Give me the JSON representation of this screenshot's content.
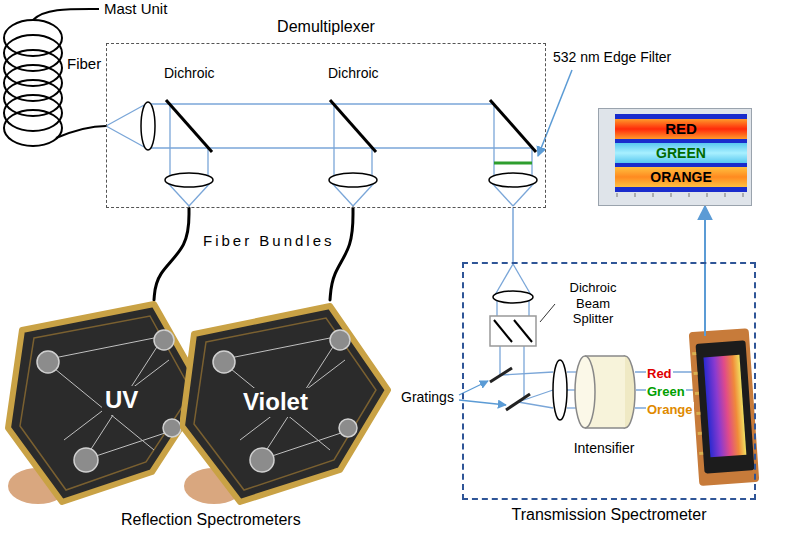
{
  "diagram": {
    "nodes": [
      {
        "text": [
          "Demultiplexer"
        ]
      },
      {
        "text": [
          "RED",
          "GREEN",
          "ORANGE"
        ]
      },
      {
        "text": [
          "Transmission Spectrometer"
        ]
      },
      {
        "text": [
          "Intensifier"
        ],
        "in": 2
      },
      {
        "text": [
          "UV"
        ]
      },
      {
        "text": [
          "Violet"
        ]
      }
    ],
    "edges": [
      {
        "from": 0,
        "to": 4,
        "arrow": "none"
      },
      {
        "from": 0,
        "to": 5,
        "arrow": "none"
      },
      {
        "from": 0,
        "to": 2,
        "arrow": "none"
      },
      {
        "from": 2,
        "to": 1,
        "arrow": "to"
      }
    ],
    "labels": [
      "Mast Unit",
      "Fiber",
      "Dichroic",
      "Dichroic",
      "532 nm Edge Filter",
      "Fiber Bundles",
      "Dichroic Beam Splitter",
      "Gratings",
      "Red",
      "Green",
      "Orange",
      "Reflection Spectrometers"
    ]
  }
}
